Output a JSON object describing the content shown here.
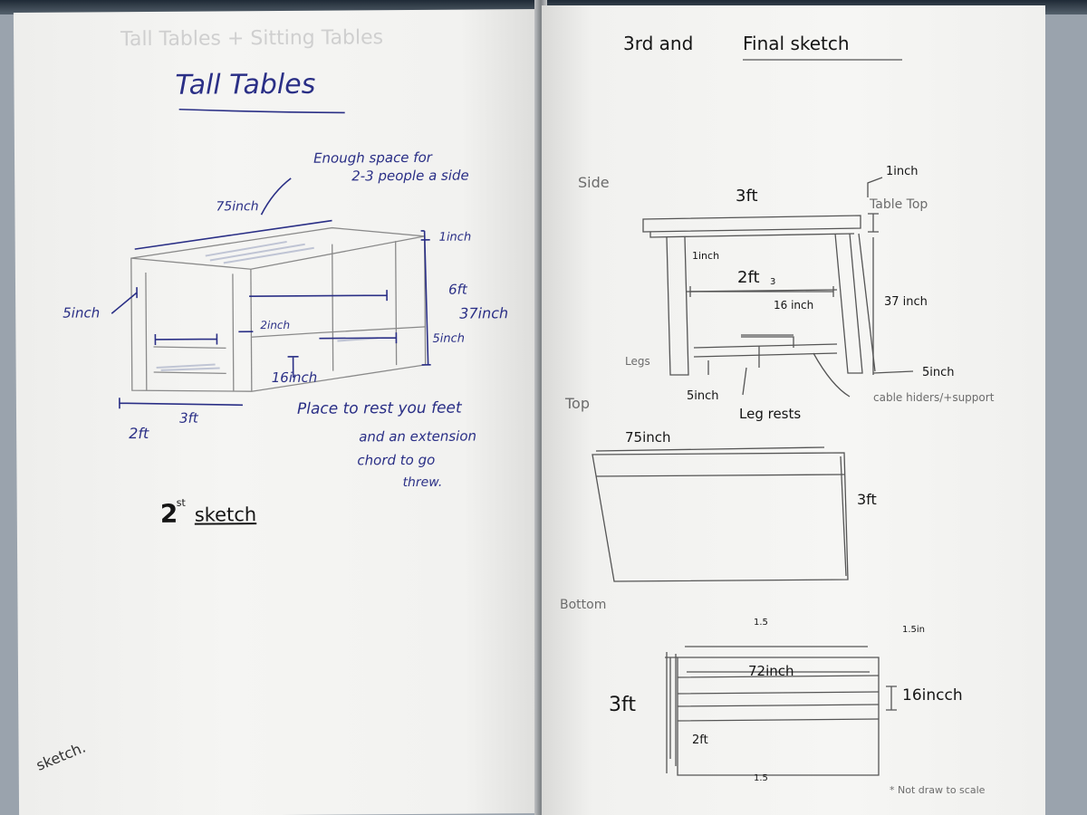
{
  "left_page": {
    "faded_header": "Tall Tables + Sitting Tables",
    "title": "Tall Tables",
    "note_space": "Enough space for",
    "note_space_2": "2-3 people a side",
    "dim_length": "75inch",
    "dim_top": "1inch",
    "dim_6ft": "6ft",
    "dim_37": "37inch",
    "dim_5_right": "5inch",
    "dim_5_left": "5inch",
    "dim_2inch": "2inch",
    "dim_16inch": "16inch",
    "dim_3ft": "3ft",
    "dim_2ft": "2ft",
    "note_rest_1": "Place to rest you feet",
    "note_rest_2": "and an extension",
    "note_rest_3": "chord to go",
    "note_rest_4": "threw.",
    "sketch_number": "2",
    "sketch_suffix": "st",
    "sketch_word": "sketch",
    "corner_word": "sketch."
  },
  "right_page": {
    "title_prefix": "3rd and",
    "title_final": "Final sketch",
    "label_side": "Side",
    "side_3ft": "3ft",
    "side_1inch_top": "1inch",
    "side_table_top": "Table Top",
    "side_1inch_inner": "1inch",
    "side_2ft": "2ft",
    "side_2ft_sub": "3",
    "side_16inch": "16 inch",
    "side_37inch": "37 inch",
    "side_legs": "Legs",
    "side_5inch_bottom": "5inch",
    "side_5inch_right": "5inch",
    "side_leg_rests": "Leg rests",
    "side_cable": "cable hiders/+support",
    "label_top": "Top",
    "top_75": "75inch",
    "top_3ft": "3ft",
    "label_bottom": "Bottom",
    "bottom_1_5_top": "1.5",
    "bottom_1_5in": "1.5in",
    "bottom_72": "72inch",
    "bottom_16": "16incch",
    "bottom_3ft": "3ft",
    "bottom_2ft": "2ft",
    "bottom_1_5_low": "1.5",
    "footnote": "* Not draw to scale"
  },
  "colors": {
    "ink_blue": "#2a2f86",
    "pencil": "#6c6c6c",
    "marker_black": "#151515",
    "paper": "#f3f3f1"
  }
}
